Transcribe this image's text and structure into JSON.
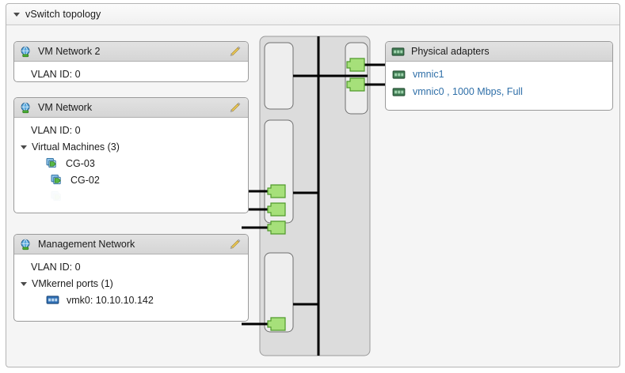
{
  "panel": {
    "title": "vSwitch topology",
    "collapse_icon": "triangle-down-icon"
  },
  "networks": [
    {
      "name": "VM Network 2",
      "icon": "network-globe-icon",
      "edit_icon": "pencil-icon",
      "vlan_label": "VLAN ID: 0",
      "groups": []
    },
    {
      "name": "VM Network",
      "icon": "network-globe-icon",
      "edit_icon": "pencil-icon",
      "vlan_label": "VLAN ID: 0",
      "groups": [
        {
          "label": "Virtual Machines (3)",
          "expanded": true,
          "items": [
            {
              "label": "CG-03",
              "icon": "virtual-machine-icon",
              "visible": true
            },
            {
              "label": "CG-02",
              "icon": "virtual-machine-icon",
              "visible": true
            },
            {
              "label": "",
              "icon": "virtual-machine-icon",
              "visible": false
            }
          ]
        }
      ]
    },
    {
      "name": "Management Network",
      "icon": "network-globe-icon",
      "edit_icon": "pencil-icon",
      "vlan_label": "VLAN ID: 0",
      "groups": [
        {
          "label": "VMkernel ports (1)",
          "expanded": true,
          "items": [
            {
              "label": "vmk0: 10.10.10.142",
              "icon": "vmkernel-adapter-icon",
              "visible": true
            }
          ]
        }
      ]
    }
  ],
  "physical_adapters": {
    "title": "Physical adapters",
    "icon": "physical-adapter-icon",
    "items": [
      {
        "label": "vmnic1",
        "icon": "physical-adapter-icon"
      },
      {
        "label": "vmnic0 , 1000 Mbps, Full",
        "icon": "physical-adapter-icon"
      }
    ]
  },
  "switch": {
    "name": "vswitch-graphic",
    "uplink_port_count": 2,
    "port_groups": [
      {
        "network": "VM Network 2",
        "ports": 0
      },
      {
        "network": "VM Network",
        "ports": 3
      },
      {
        "network": "Management Network",
        "ports": 1
      }
    ]
  },
  "colors": {
    "link": "#2f6fa8",
    "port_green": "#a6e07a",
    "panel_bg": "#f5f5f5",
    "card_header": "#dcdcdc",
    "switch_fill": "#dcdcdc",
    "trunk_line": "#000000"
  }
}
